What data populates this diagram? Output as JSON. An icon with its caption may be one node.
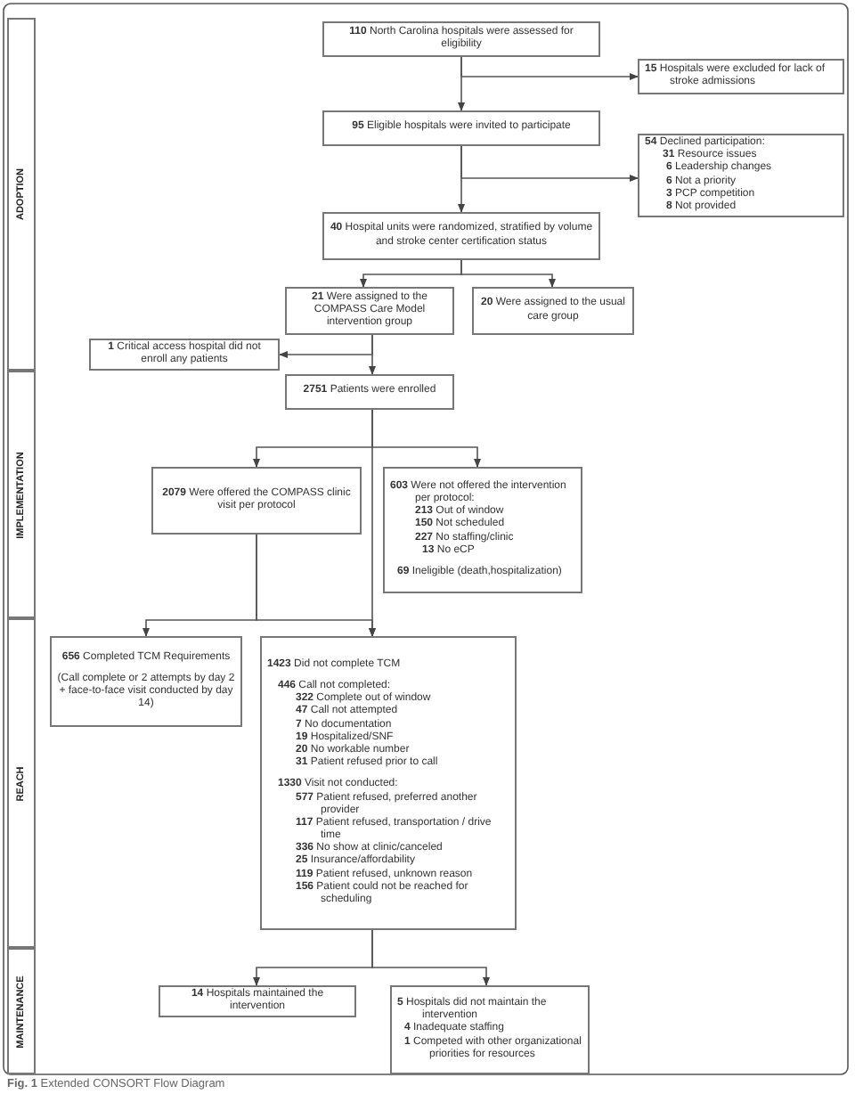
{
  "diagram": {
    "caption": "**Fig. 1** Extended CONSORT Flow Diagram",
    "nodes": [
      {
        "text": [
          "ADOPTION"
        ]
      },
      {
        "text": [
          "IMPLEMENTATION"
        ]
      },
      {
        "text": [
          "REACH"
        ]
      },
      {
        "text": [
          "MAINTENANCE"
        ]
      },
      {
        "text": [
          "**110** North Carolina hospitals were assessed for eligibility"
        ]
      },
      {
        "text": [
          "**15** Hospitals were excluded for lack of stroke admissions"
        ]
      },
      {
        "text": [
          "**95** Eligible hospitals were invited to participate"
        ]
      },
      {
        "text": [
          "**54** Declined participation:",
          "**31** Resource issues",
          "**6** Leadership changes",
          "**6** Not a priority",
          "**3** PCP competition",
          "**8** Not provided"
        ]
      },
      {
        "text": [
          "**40** Hospital units were randomized, stratified by volume and stroke center certification status"
        ]
      },
      {
        "text": [
          "**21** Were assigned to the COMPASS Care Model intervention group"
        ]
      },
      {
        "text": [
          "**20** Were assigned to the usual care group"
        ]
      },
      {
        "text": [
          "**1** Critical access hospital did not enroll any patients"
        ]
      },
      {
        "text": [
          "**2751** Patients were enrolled"
        ]
      },
      {
        "text": [
          "**2079** Were offered the COMPASS clinic visit per protocol"
        ]
      },
      {
        "text": [
          "**603** Were not offered the intervention per protocol:",
          "**213** Out of window",
          "**150** Not scheduled",
          "**227** No staffing/clinic",
          "**13** No eCP",
          "**69** Ineligible (death,hospitalization)"
        ]
      },
      {
        "text": [
          "**656** Completed TCM Requirements",
          "(Call complete or 2 attempts by day 2 + face-to-face visit conducted by day 14)"
        ]
      },
      {
        "text": [
          "**1423** Did not complete TCM",
          "**446** Call not completed:",
          "**322** Complete out of window",
          "**47** Call not attempted",
          "**7** No documentation",
          "**19** Hospitalized/SNF",
          "**20** No workable number",
          "**31** Patient refused prior to call",
          "**1330** Visit not conducted:",
          "**577** Patient refused, preferred another provider",
          "**117** Patient refused, transportation / drive time",
          "**336** No show at clinic/canceled",
          "**25** Insurance/affordability",
          "**119** Patient refused, unknown reason",
          "**156** Patient could not be reached for scheduling"
        ]
      },
      {
        "text": [
          "**14** Hospitals maintained the intervention"
        ]
      },
      {
        "text": [
          "**5** Hospitals did not maintain the intervention",
          "**4** Inadequate staffing",
          "**1** Competed with other organizational priorities for resources"
        ]
      }
    ],
    "edges": [
      {
        "from": 4,
        "to": 6,
        "arrow": "to"
      },
      {
        "from": 4,
        "to": 5,
        "arrow": "to"
      },
      {
        "from": 6,
        "to": 7,
        "arrow": "to"
      },
      {
        "from": 6,
        "to": 8,
        "arrow": "to"
      },
      {
        "from": 8,
        "to": 9,
        "arrow": "to"
      },
      {
        "from": 8,
        "to": 10,
        "arrow": "to"
      },
      {
        "from": 9,
        "to": 11,
        "arrow": "to"
      },
      {
        "from": 9,
        "to": 12,
        "arrow": "to"
      },
      {
        "from": 12,
        "to": 13,
        "arrow": "to"
      },
      {
        "from": 12,
        "to": 14,
        "arrow": "to"
      },
      {
        "from": 12,
        "to": 16,
        "arrow": "to"
      },
      {
        "from": 13,
        "to": 15,
        "arrow": "to"
      },
      {
        "from": 13,
        "to": 16,
        "arrow": "to"
      },
      {
        "from": 16,
        "to": 17,
        "arrow": "to"
      },
      {
        "from": 16,
        "to": 18,
        "arrow": "to"
      }
    ]
  }
}
